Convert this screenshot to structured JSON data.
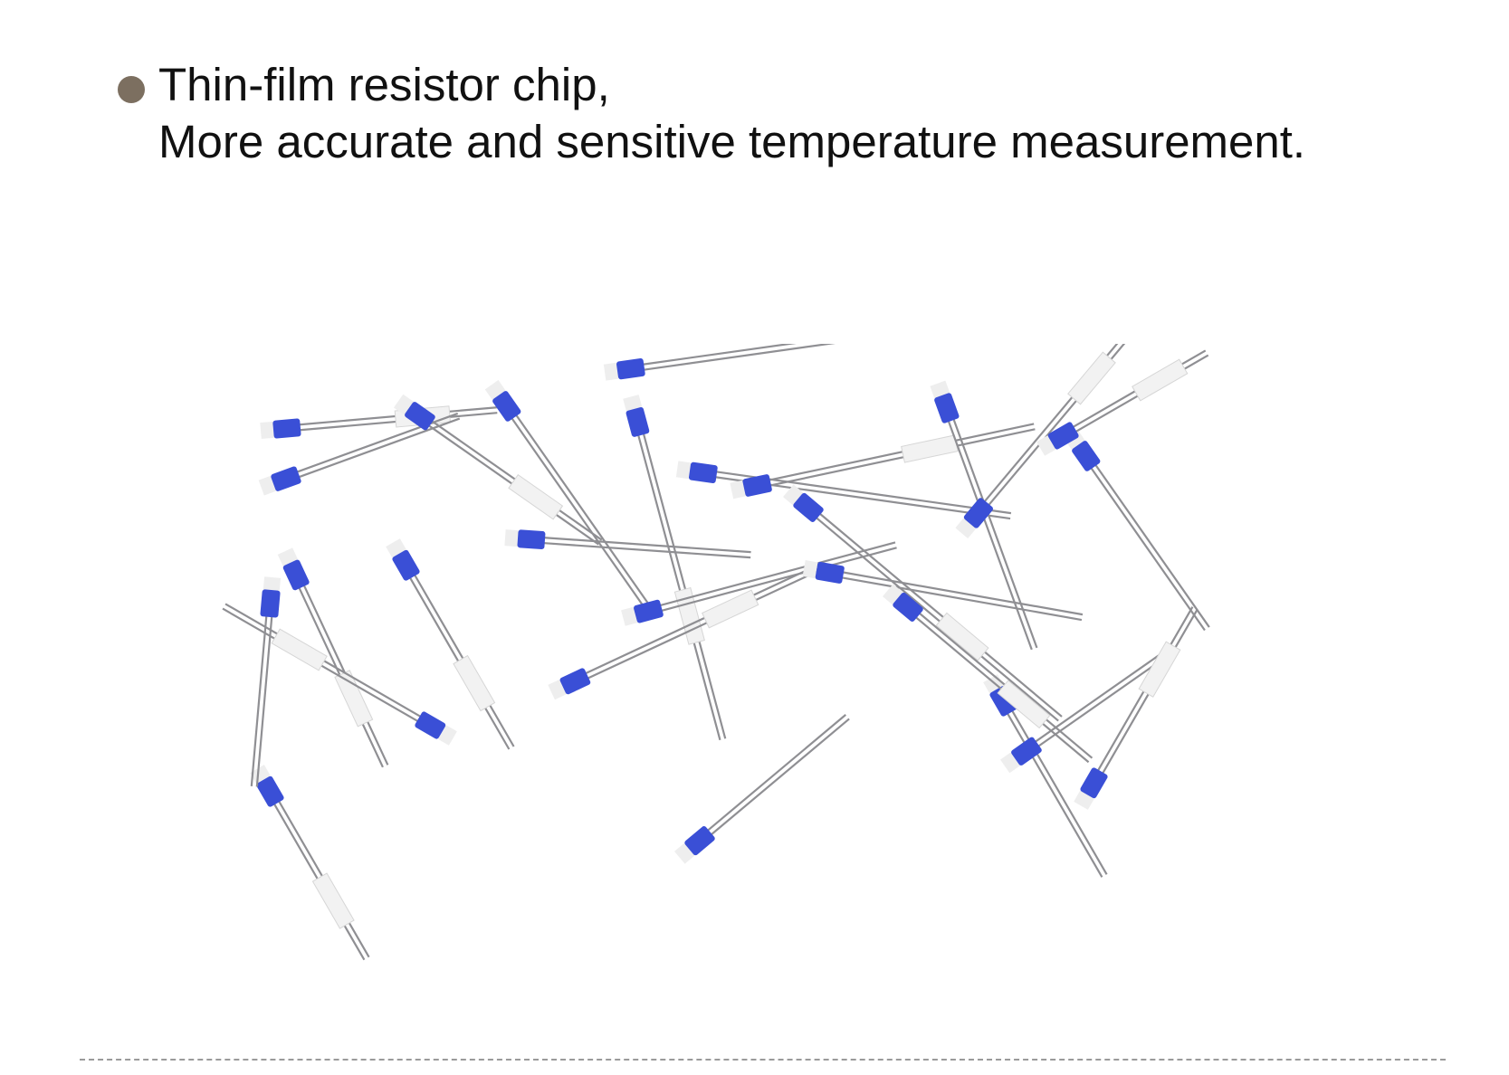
{
  "slide": {
    "bullet_line_1": "Thin-film resistor chip,",
    "bullet_line_2": "More accurate and sensitive temperature measurement."
  },
  "colors": {
    "bullet": "#7c6f60",
    "chip_blue": "#3a4fd6",
    "lead_silver": "#8f8f93",
    "sleeve_white": "#f2f2f2",
    "footer_rule": "#9a9a9a"
  },
  "icons": {
    "bullet": "filled-circle"
  }
}
